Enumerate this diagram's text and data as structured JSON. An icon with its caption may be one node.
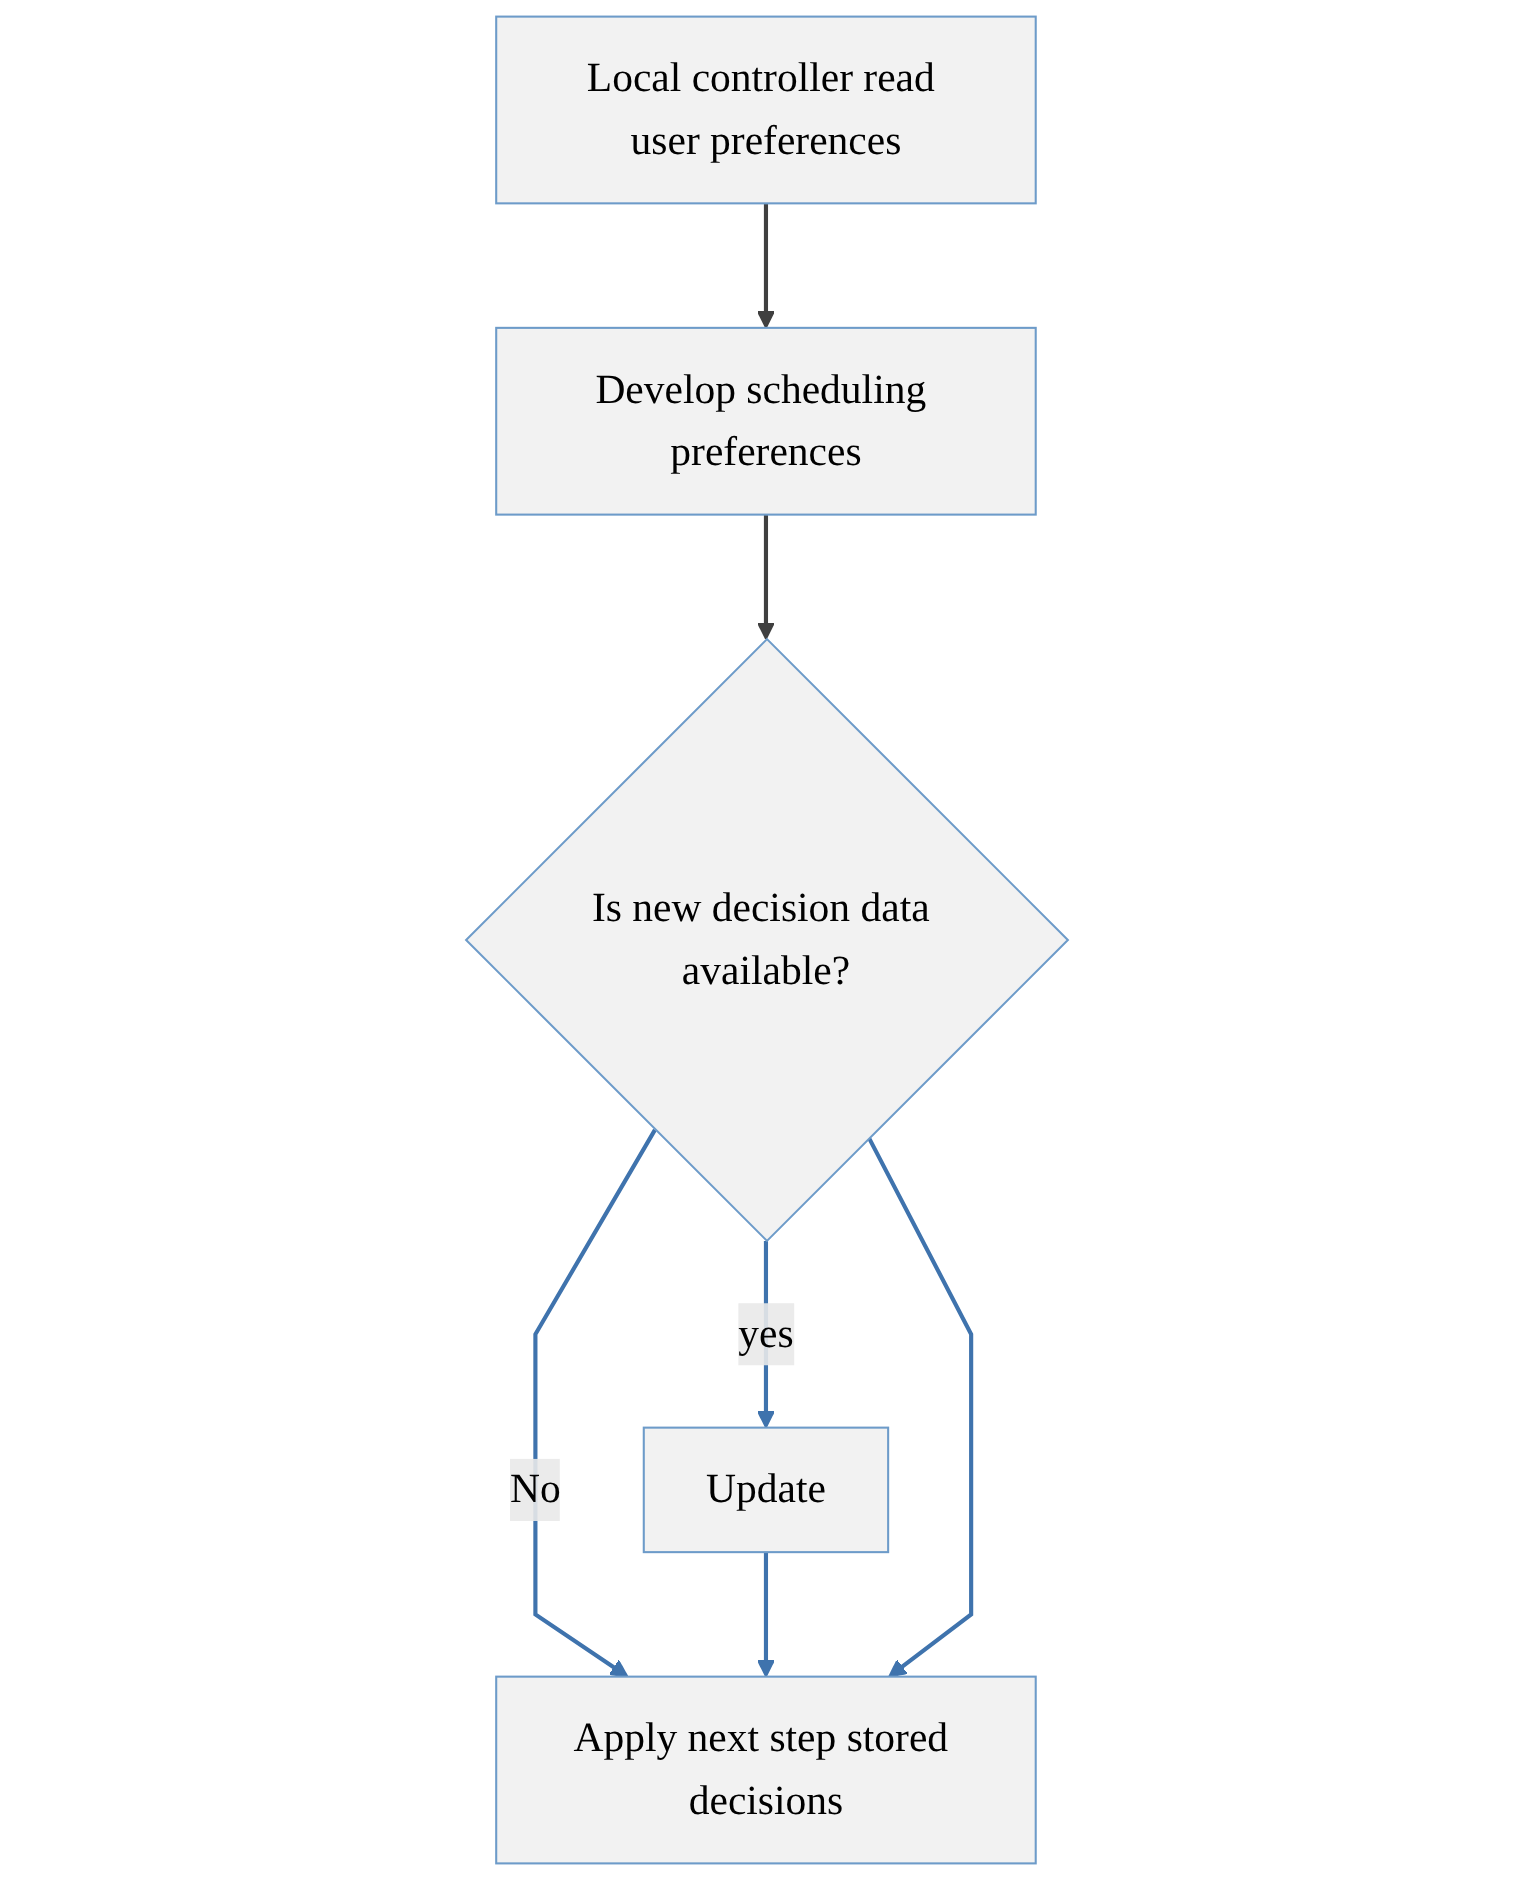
{
  "diagram": {
    "nodes": [
      {
        "text": [
          "Local controller read user preferences"
        ]
      },
      {
        "text": [
          "Develop scheduling preferences"
        ]
      },
      {
        "text": [
          "Is new decision data available?"
        ]
      },
      {
        "text": [
          "Update"
        ]
      },
      {
        "text": [
          "Apply next step stored decisions"
        ]
      }
    ],
    "edges": [
      {
        "from": 0,
        "to": 1,
        "arrow": "to",
        "color": "#404040"
      },
      {
        "from": 1,
        "to": 2,
        "arrow": "to",
        "color": "#404040"
      },
      {
        "from": 2,
        "to": 3,
        "arrow": "to",
        "label": "yes"
      },
      {
        "from": 2,
        "to": 4,
        "arrow": "to",
        "label": "No"
      },
      {
        "from": 3,
        "to": 4,
        "arrow": "to"
      },
      {
        "from": 2,
        "to": 4,
        "arrow": "to"
      }
    ]
  }
}
